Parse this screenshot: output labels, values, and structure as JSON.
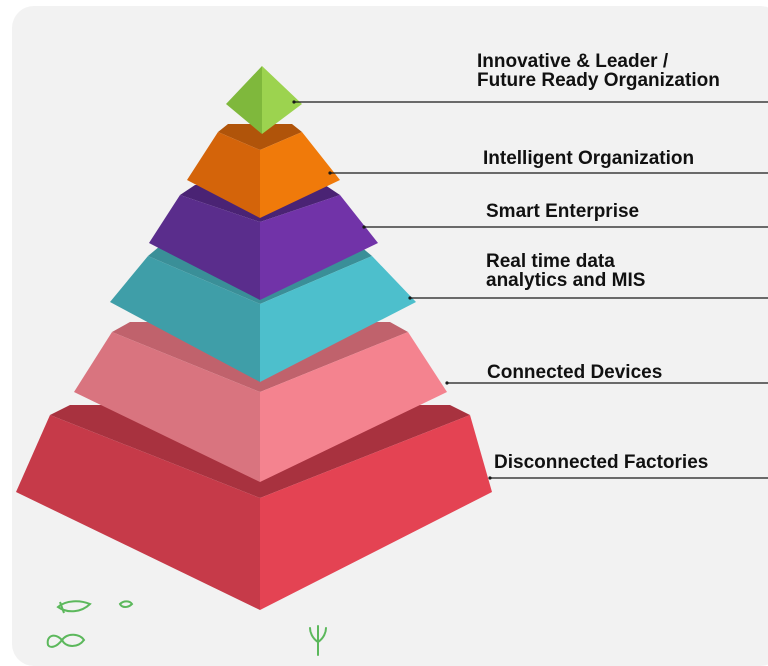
{
  "levels": [
    {
      "id": "innovative",
      "lines": [
        "Innovative & Leader /",
        "Future Ready Organization"
      ],
      "left_color": "#7fb83c",
      "right_color": "#9cd34f",
      "top_color": "#7fb83c"
    },
    {
      "id": "intelligent",
      "lines": [
        "Intelligent Organization"
      ],
      "left_color": "#d4640a",
      "right_color": "#f07a0a",
      "top_color": "#b0540a"
    },
    {
      "id": "smart",
      "lines": [
        "Smart Enterprise"
      ],
      "left_color": "#5a2d8c",
      "right_color": "#7133a8",
      "top_color": "#4a2374"
    },
    {
      "id": "realtime",
      "lines": [
        "Real time data",
        "analytics and MIS"
      ],
      "left_color": "#3f9ea8",
      "right_color": "#4dbfcc",
      "top_color": "#3a8f98"
    },
    {
      "id": "connected",
      "lines": [
        "Connected Devices"
      ],
      "left_color": "#d9747f",
      "right_color": "#f4838f",
      "top_color": "#c0626c"
    },
    {
      "id": "disconnected",
      "lines": [
        "Disconnected Factories"
      ],
      "left_color": "#c63a49",
      "right_color": "#e44353",
      "top_color": "#a8323f"
    }
  ],
  "leader_color": "#1a1a1a",
  "leaf_color": "#5cb85c"
}
